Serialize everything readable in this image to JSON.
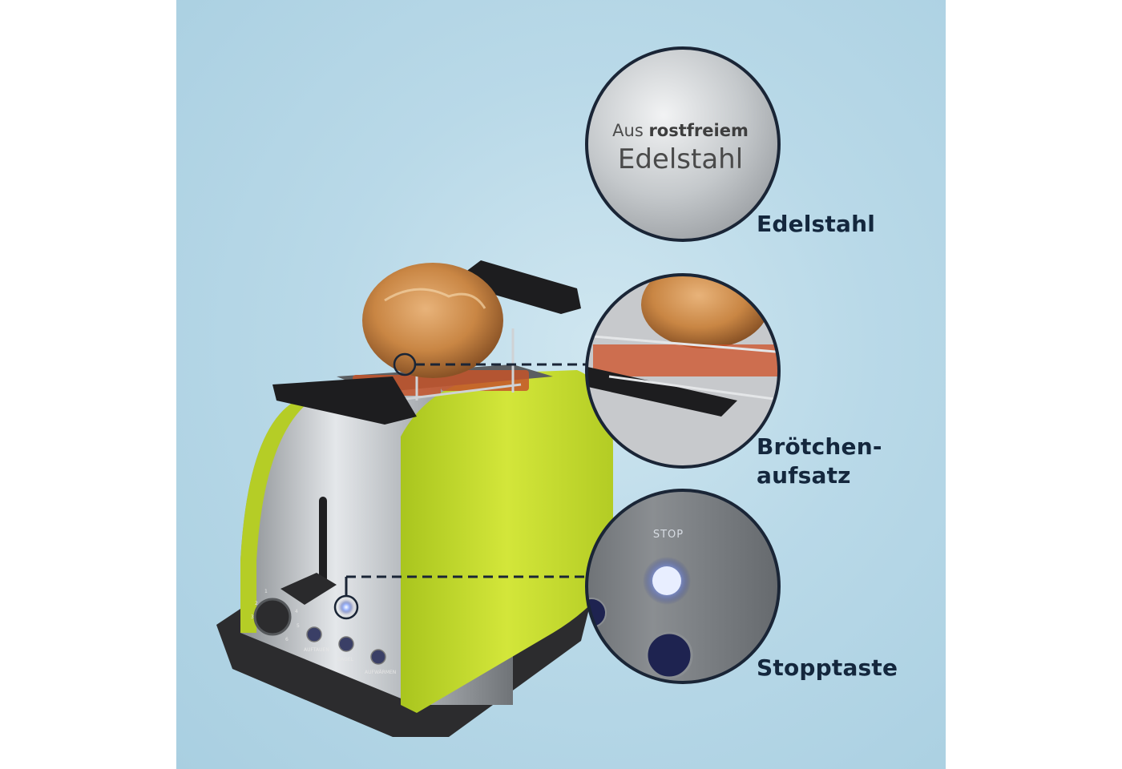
{
  "badge": {
    "line1_prefix": "Aus",
    "line1_bold": "rostfreiem",
    "line2": "Edelstahl"
  },
  "features": {
    "edelstahl": "Edelstahl",
    "broetchen_line1": "Brötchen-",
    "broetchen_line2": "aufsatz",
    "stopptaste": "Stopptaste"
  },
  "toaster": {
    "stop_label": "STOP",
    "button_labels": [
      "AUFTAUEN",
      "BAGEL",
      "AUFWÄRMEN"
    ],
    "dial_numbers": [
      "1",
      "2",
      "3",
      "4",
      "5",
      "6"
    ]
  },
  "colors": {
    "accent_green": "#c8dc2e",
    "label_navy": "#14273d",
    "background_blue": "#b9d9e8"
  }
}
